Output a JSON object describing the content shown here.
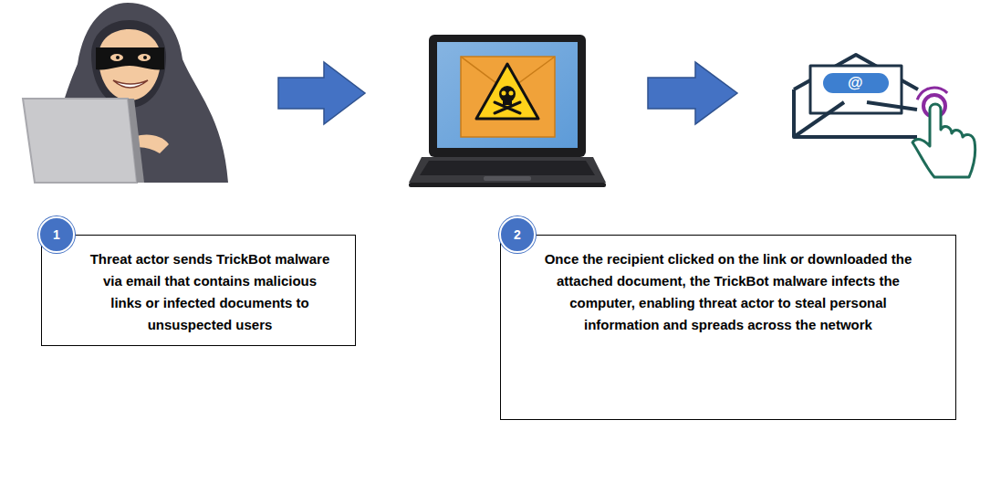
{
  "diagram": {
    "nodes": [
      {
        "text": [
          "1"
        ]
      },
      {
        "text": [
          "Threat actor sends TrickBot malware via email that contains malicious links or infected documents to unsuspected users"
        ]
      },
      {
        "text": [
          "2"
        ]
      },
      {
        "text": [
          "Once the recipient clicked on the link or downloaded the attached document, the TrickBot malware infects the computer, enabling threat actor to steal personal information and spreads across the network"
        ]
      }
    ],
    "labels": [
      "@"
    ]
  }
}
